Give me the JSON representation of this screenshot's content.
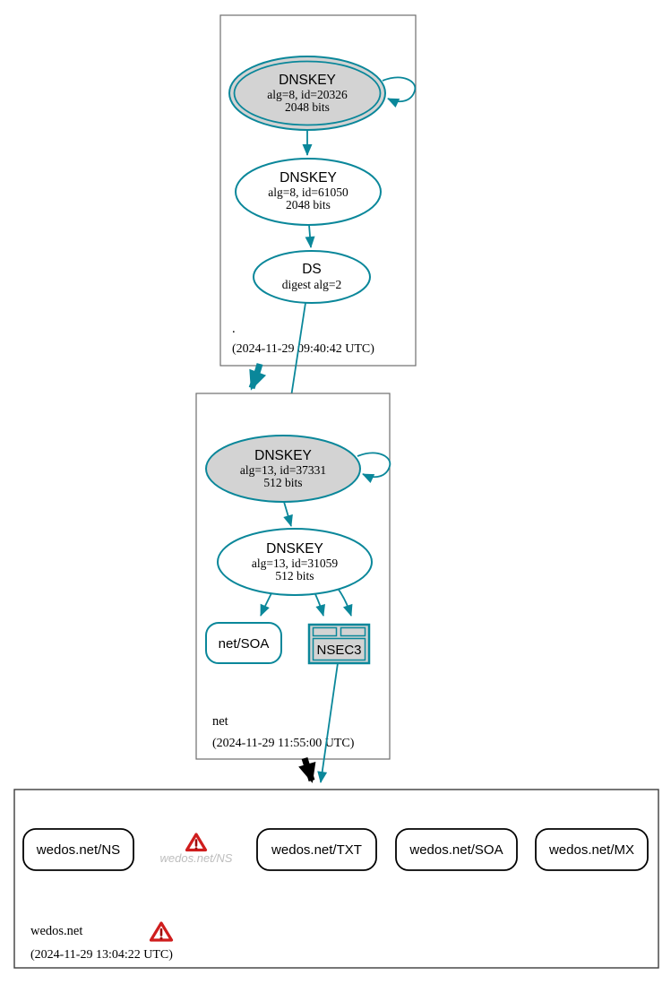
{
  "colors": {
    "secure_teal": "#0a879a",
    "key_fill_gray": "#d3d3d3",
    "warning_red": "#cf1d1d",
    "rrset_border_black": "#000000"
  },
  "root_zone": {
    "label": ".",
    "timestamp": "(2024-11-29 09:40:42 UTC)",
    "ksk": {
      "title": "DNSKEY",
      "detail1": "alg=8, id=20326",
      "detail2": "2048 bits"
    },
    "zsk": {
      "title": "DNSKEY",
      "detail1": "alg=8, id=61050",
      "detail2": "2048 bits"
    },
    "ds": {
      "title": "DS",
      "detail1": "digest alg=2"
    }
  },
  "net_zone": {
    "label": "net",
    "timestamp": "(2024-11-29 11:55:00 UTC)",
    "ksk": {
      "title": "DNSKEY",
      "detail1": "alg=13, id=37331",
      "detail2": "512 bits"
    },
    "zsk": {
      "title": "DNSKEY",
      "detail1": "alg=13, id=31059",
      "detail2": "512 bits"
    },
    "soa_label": "net/SOA",
    "nsec3_label": "NSEC3"
  },
  "wedos_zone": {
    "label": "wedos.net",
    "timestamp": "(2024-11-29 13:04:22 UTC)",
    "ns_label": "wedos.net/NS",
    "ns_warning_label": "wedos.net/NS",
    "txt_label": "wedos.net/TXT",
    "soa_label": "wedos.net/SOA",
    "mx_label": "wedos.net/MX"
  }
}
